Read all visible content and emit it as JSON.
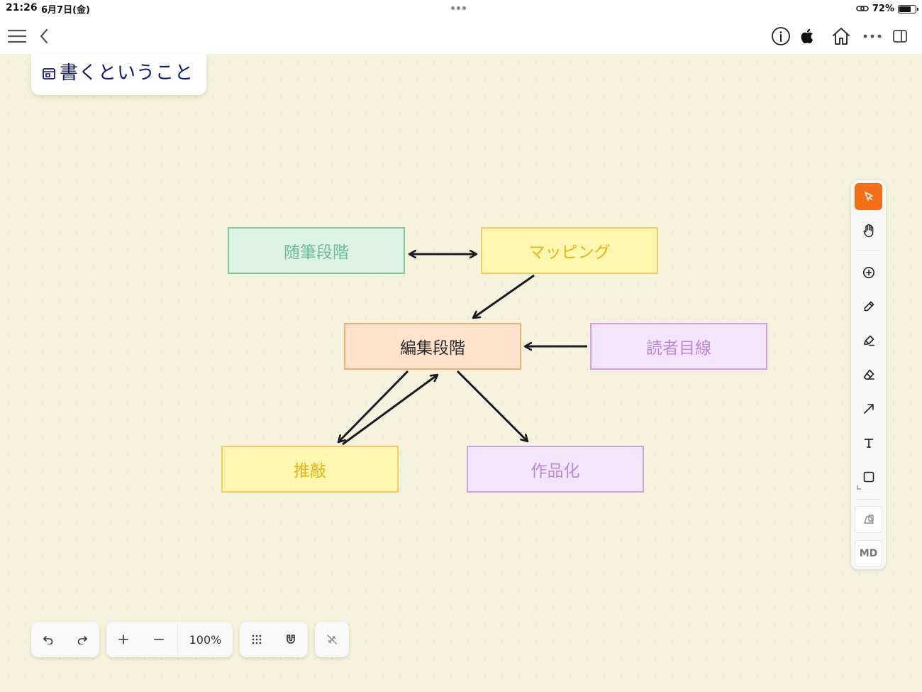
{
  "status_bar": {
    "time": "21:26",
    "date": "6月7日(金)",
    "battery": "72%",
    "battery_level": 0.72
  },
  "board": {
    "title": "書くということ"
  },
  "nodes": [
    {
      "id": "zuihitsu",
      "label": "随筆段階",
      "text_color": "#6dbb95",
      "fill": "#dcf2e4",
      "border": "#7fcaa0"
    },
    {
      "id": "mapping",
      "label": "マッピング",
      "text_color": "#e8b418",
      "fill": "#fff6b0",
      "border": "#f2cf5b"
    },
    {
      "id": "henshu",
      "label": "編集段階",
      "text_color": "#2a2a2a",
      "fill": "#ffe3cc",
      "border": "#f4ab7a"
    },
    {
      "id": "dokusha",
      "label": "読者目線",
      "text_color": "#b98ad9",
      "fill": "#f3e5fc",
      "border": "#c9a2e8"
    },
    {
      "id": "suikou",
      "label": "推敲",
      "text_color": "#e8b418",
      "fill": "#fff6b0",
      "border": "#f2cf5b"
    },
    {
      "id": "sakuhin",
      "label": "作品化",
      "text_color": "#b98ad9",
      "fill": "#f3e5fc",
      "border": "#c9a2e8"
    }
  ],
  "palette": {
    "md_label": "MD",
    "accent": "#f56f15"
  },
  "bottom_bar": {
    "zoom": "100%"
  },
  "colors": {
    "canvas_bg": "#f5f3dd",
    "title_text": "#14186e",
    "arrow": "#1c1c1c"
  }
}
